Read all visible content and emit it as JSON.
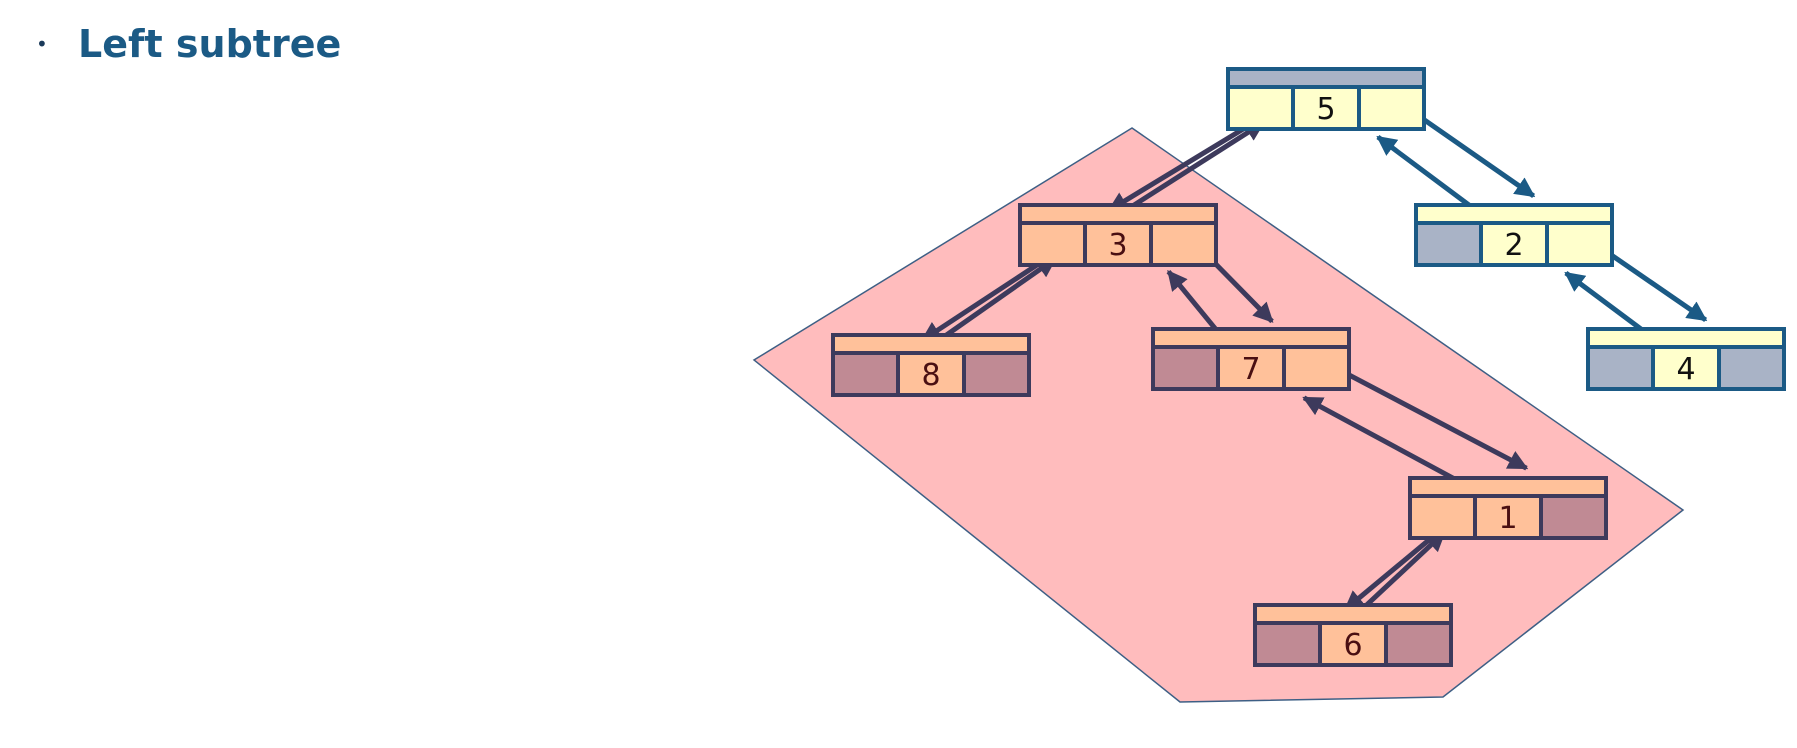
{
  "slide": {
    "bullet": "•",
    "heading": "Left subtree"
  },
  "tree": {
    "root": "5",
    "highlighted_subtree_root": "3",
    "nodes": [
      {
        "id": "n5",
        "value": "5",
        "group": "outside",
        "left_child": "n3",
        "right_child": "n2"
      },
      {
        "id": "n3",
        "value": "3",
        "group": "subtree",
        "left_child": "n8",
        "right_child": "n7"
      },
      {
        "id": "n2",
        "value": "2",
        "group": "outside",
        "left_child": null,
        "right_child": "n4"
      },
      {
        "id": "n8",
        "value": "8",
        "group": "subtree",
        "left_child": null,
        "right_child": null
      },
      {
        "id": "n7",
        "value": "7",
        "group": "subtree",
        "left_child": null,
        "right_child": "n1"
      },
      {
        "id": "n4",
        "value": "4",
        "group": "outside",
        "left_child": null,
        "right_child": null
      },
      {
        "id": "n1",
        "value": "1",
        "group": "subtree",
        "left_child": "n6",
        "right_child": null
      },
      {
        "id": "n6",
        "value": "6",
        "group": "subtree",
        "left_child": null,
        "right_child": null
      }
    ]
  },
  "colors": {
    "outside_stroke": "#1b5a85",
    "outside_fill": "#ffffcc",
    "outside_empty": "#a9b3c6",
    "subtree_stroke": "#3d3a5c",
    "subtree_fill": "#ffc19a",
    "subtree_empty": "#c08a94",
    "region_fill": "#ffbcbd",
    "region_stroke": "#3e5f85"
  }
}
